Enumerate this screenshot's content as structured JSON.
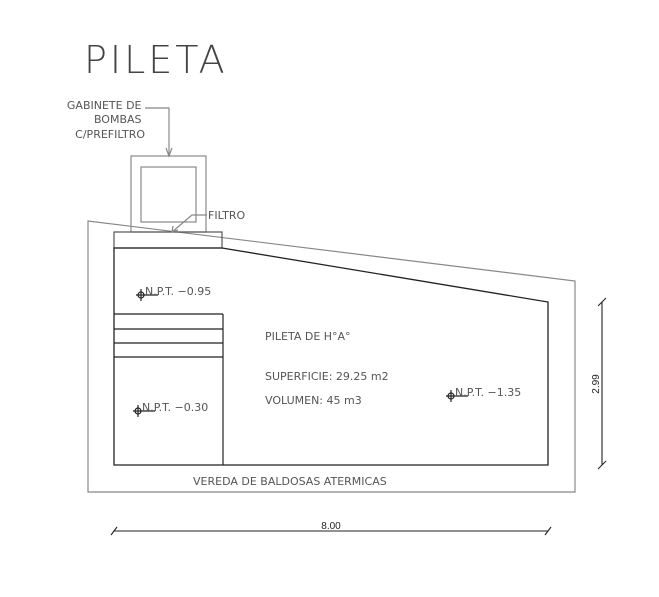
{
  "title": "PILETA",
  "labels": {
    "gabinete_line1": "GABINETE DE",
    "gabinete_line2": "BOMBAS",
    "gabinete_line3": "C/PREFILTRO",
    "filtro": "FILTRO",
    "npt_top": "N.P.T.  −0.95",
    "npt_left": "N.P.T.  −0.30",
    "npt_right": "N.P.T.  −1.35",
    "pool_name": "PILETA DE H°A°",
    "superficie": "SUPERFICIE:  29.25 m2",
    "volumen": "VOLUMEN:  45 m3",
    "vereda": "VEREDA DE BALDOSAS ATERMICAS",
    "dim_width": "8.00",
    "dim_height": "2.99"
  },
  "colors": {
    "line_dark": "#222222",
    "line_gray": "#888888",
    "text": "#555555"
  }
}
